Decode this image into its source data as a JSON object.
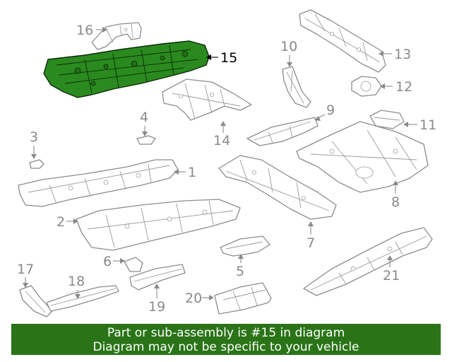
{
  "diagram": {
    "highlighted_part": "15",
    "callouts": [
      {
        "id": "1",
        "label": "1"
      },
      {
        "id": "2",
        "label": "2"
      },
      {
        "id": "3",
        "label": "3"
      },
      {
        "id": "4",
        "label": "4"
      },
      {
        "id": "5",
        "label": "5"
      },
      {
        "id": "6",
        "label": "6"
      },
      {
        "id": "7",
        "label": "7"
      },
      {
        "id": "8",
        "label": "8"
      },
      {
        "id": "9",
        "label": "9"
      },
      {
        "id": "10",
        "label": "10"
      },
      {
        "id": "11",
        "label": "11"
      },
      {
        "id": "12",
        "label": "12"
      },
      {
        "id": "13",
        "label": "13"
      },
      {
        "id": "14",
        "label": "14"
      },
      {
        "id": "15",
        "label": "15"
      },
      {
        "id": "16",
        "label": "16"
      },
      {
        "id": "17",
        "label": "17"
      },
      {
        "id": "18",
        "label": "18"
      },
      {
        "id": "19",
        "label": "19"
      },
      {
        "id": "20",
        "label": "20"
      },
      {
        "id": "21",
        "label": "21"
      }
    ]
  },
  "banner": {
    "line1": "Part or sub-assembly is #15 in diagram",
    "line2": "Diagram may not be specific to your vehicle",
    "color": "#2a7417"
  }
}
